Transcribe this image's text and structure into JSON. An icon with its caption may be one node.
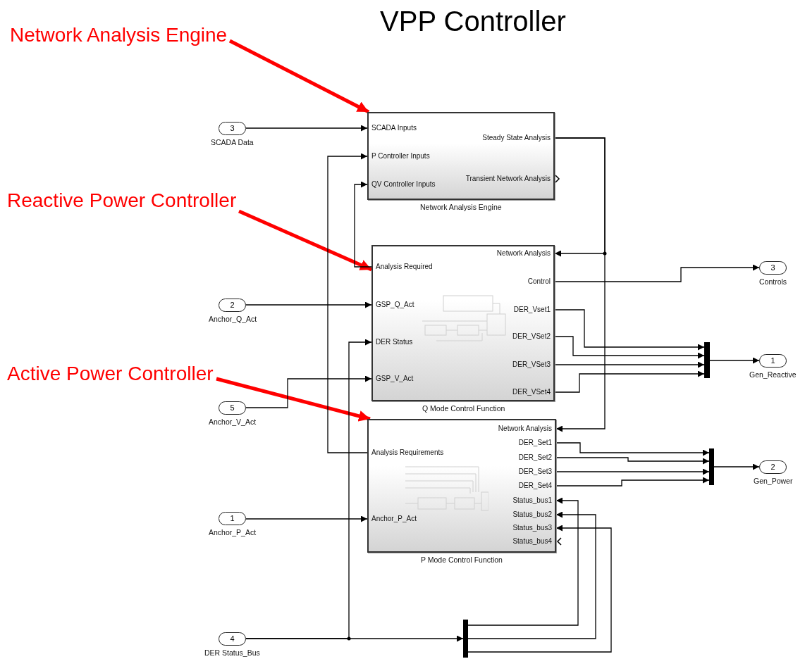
{
  "diagram": {
    "title": "VPP Controller",
    "nodes": [
      {
        "text": [
          "Network Analysis Engine"
        ]
      },
      {
        "text": [
          "SCADA Inputs",
          "P Controller Inputs",
          "QV Controller Inputs",
          "Steady State Analysis",
          "Transient Network Analysis"
        ],
        "beside": [
          "Network Analysis Engine"
        ]
      },
      {
        "text": [
          "3"
        ],
        "beside": [
          "SCADA Data"
        ]
      },
      {
        "text": [
          "Reactive Power Controller"
        ]
      },
      {
        "text": [
          "Network Analysis",
          "Analysis Required",
          "Control",
          "GSP_Q_Act",
          "DER_Vset1",
          "DER Status",
          "DER_VSet2",
          "DER_VSet3",
          "GSP_V_Act",
          "DER_VSet4"
        ],
        "beside": [
          "Q Mode Control Function"
        ]
      },
      {
        "text": [
          "3"
        ],
        "beside": [
          "Controls"
        ]
      },
      {
        "text": [
          "2"
        ],
        "beside": [
          "Anchor_Q_Act"
        ]
      },
      {
        "text": [],
        "shape": "bar"
      },
      {
        "text": [
          "1"
        ],
        "beside": [
          "Gen_Reactive"
        ]
      },
      {
        "text": [
          "Active Power Controller"
        ]
      },
      {
        "text": [
          "5"
        ],
        "beside": [
          "Anchor_V_Act"
        ]
      },
      {
        "text": [
          "Network Analysis",
          "Analysis Requirements",
          "DER_Set1",
          "DER_Set2",
          "DER_Set3",
          "DER_Set4",
          "Status_bus1",
          "Status_bus2",
          "Status_bus3",
          "Status_bus4",
          "Anchor_P_Act"
        ],
        "beside": [
          "P Mode Control Function"
        ]
      },
      {
        "text": [],
        "shape": "bar"
      },
      {
        "text": [
          "2"
        ],
        "beside": [
          "Gen_Power"
        ]
      },
      {
        "text": [
          "1"
        ],
        "beside": [
          "Anchor_P_Act"
        ]
      },
      {
        "text": [
          "4"
        ],
        "beside": [
          "DER Status_Bus"
        ]
      },
      {
        "text": [],
        "shape": "bar"
      }
    ],
    "edges": [
      {
        "from": 0,
        "to": 1,
        "arrow": "to",
        "style": "thick",
        "color": "#ff0000"
      },
      {
        "from": 2,
        "to": 1,
        "arrow": "to"
      },
      {
        "from": 3,
        "to": 4,
        "arrow": "to",
        "style": "thick",
        "color": "#ff0000"
      },
      {
        "from": 9,
        "to": 11,
        "arrow": "to",
        "style": "thick",
        "color": "#ff0000"
      },
      {
        "from": 1,
        "to": 4,
        "arrow": "to"
      },
      {
        "from": 1,
        "to": 11,
        "arrow": "to"
      },
      {
        "from": 11,
        "to": 1,
        "arrow": "to"
      },
      {
        "from": 4,
        "to": 1,
        "arrow": "to"
      },
      {
        "from": 6,
        "to": 4,
        "arrow": "to"
      },
      {
        "from": 10,
        "to": 4,
        "arrow": "to"
      },
      {
        "from": 4,
        "to": 5,
        "arrow": "to"
      },
      {
        "from": 4,
        "to": 7,
        "arrow": "to"
      },
      {
        "from": 4,
        "to": 7,
        "arrow": "to"
      },
      {
        "from": 4,
        "to": 7,
        "arrow": "to"
      },
      {
        "from": 4,
        "to": 7,
        "arrow": "to"
      },
      {
        "from": 7,
        "to": 8,
        "arrow": "to"
      },
      {
        "from": 11,
        "to": 12,
        "arrow": "to"
      },
      {
        "from": 11,
        "to": 12,
        "arrow": "to"
      },
      {
        "from": 11,
        "to": 12,
        "arrow": "to"
      },
      {
        "from": 11,
        "to": 12,
        "arrow": "to"
      },
      {
        "from": 12,
        "to": 13,
        "arrow": "to"
      },
      {
        "from": 14,
        "to": 11,
        "arrow": "to"
      },
      {
        "from": 15,
        "to": 16,
        "arrow": "to"
      },
      {
        "from": 15,
        "to": 4,
        "arrow": "to"
      },
      {
        "from": 16,
        "to": 11,
        "arrow": "to"
      },
      {
        "from": 16,
        "to": 11,
        "arrow": "to"
      },
      {
        "from": 16,
        "to": 11,
        "arrow": "to"
      }
    ]
  }
}
